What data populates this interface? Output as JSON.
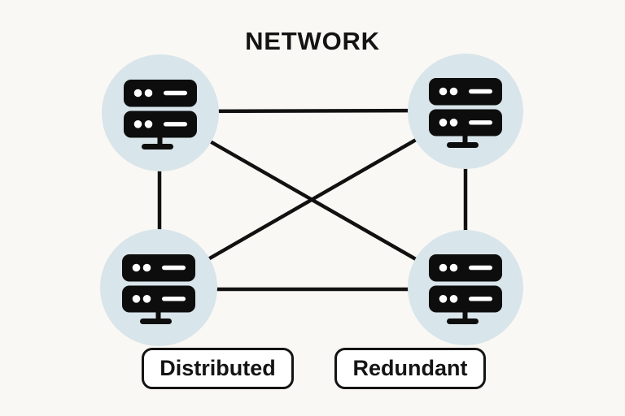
{
  "title": "NETWORK",
  "diagram": {
    "type": "full-mesh-network",
    "nodes": [
      {
        "id": "top-left",
        "icon": "server-icon"
      },
      {
        "id": "top-right",
        "icon": "server-icon"
      },
      {
        "id": "bottom-left",
        "icon": "server-icon"
      },
      {
        "id": "bottom-right",
        "icon": "server-icon"
      }
    ],
    "edges": [
      [
        "top-left",
        "top-right"
      ],
      [
        "bottom-left",
        "bottom-right"
      ],
      [
        "top-left",
        "bottom-left"
      ],
      [
        "top-right",
        "bottom-right"
      ],
      [
        "top-left",
        "bottom-right"
      ],
      [
        "top-right",
        "bottom-left"
      ]
    ]
  },
  "labels": {
    "left": "Distributed",
    "right": "Redundant"
  },
  "colors": {
    "background": "#faf8f4",
    "node_circle": "#d8e5ea",
    "line": "#111111",
    "icon": "#0d0d0d",
    "icon_detail": "#ffffff",
    "label_background": "#ffffff",
    "label_border": "#141414",
    "text": "#141414"
  }
}
